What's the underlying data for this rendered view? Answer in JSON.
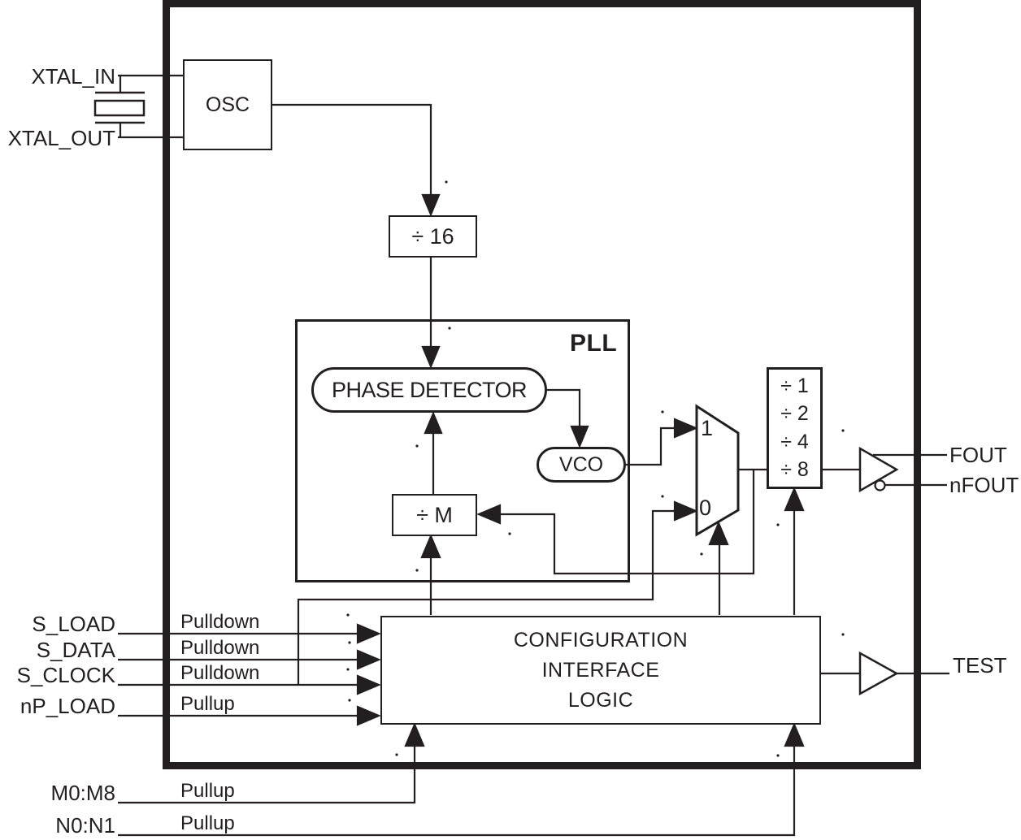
{
  "diagram": {
    "colors": {
      "ink": "#231f20",
      "background": "#ffffff"
    },
    "pins": {
      "xtal_in": "XTAL_IN",
      "xtal_out": "XTAL_OUT",
      "s_load": "S_LOAD",
      "s_data": "S_DATA",
      "s_clock": "S_CLOCK",
      "np_load": "nP_LOAD",
      "m_bus": "M0:M8",
      "n_bus": "N0:N1",
      "fout": "FOUT",
      "nfout": "nFOUT",
      "test": "TEST"
    },
    "resistors": {
      "pulldown": "Pulldown",
      "pullup": "Pullup"
    },
    "blocks": {
      "osc": "OSC",
      "div16": "÷ 16",
      "pll": "PLL",
      "phase_detector": "PHASE DETECTOR",
      "vco": "VCO",
      "divm": "÷ M",
      "config_line1": "CONFIGURATION",
      "config_line2": "INTERFACE",
      "config_line3": "LOGIC"
    },
    "mux": {
      "input1": "1",
      "input0": "0"
    },
    "output_divider": {
      "rows": [
        "÷ 1",
        "÷ 2",
        "÷ 4",
        "÷ 8"
      ]
    }
  }
}
